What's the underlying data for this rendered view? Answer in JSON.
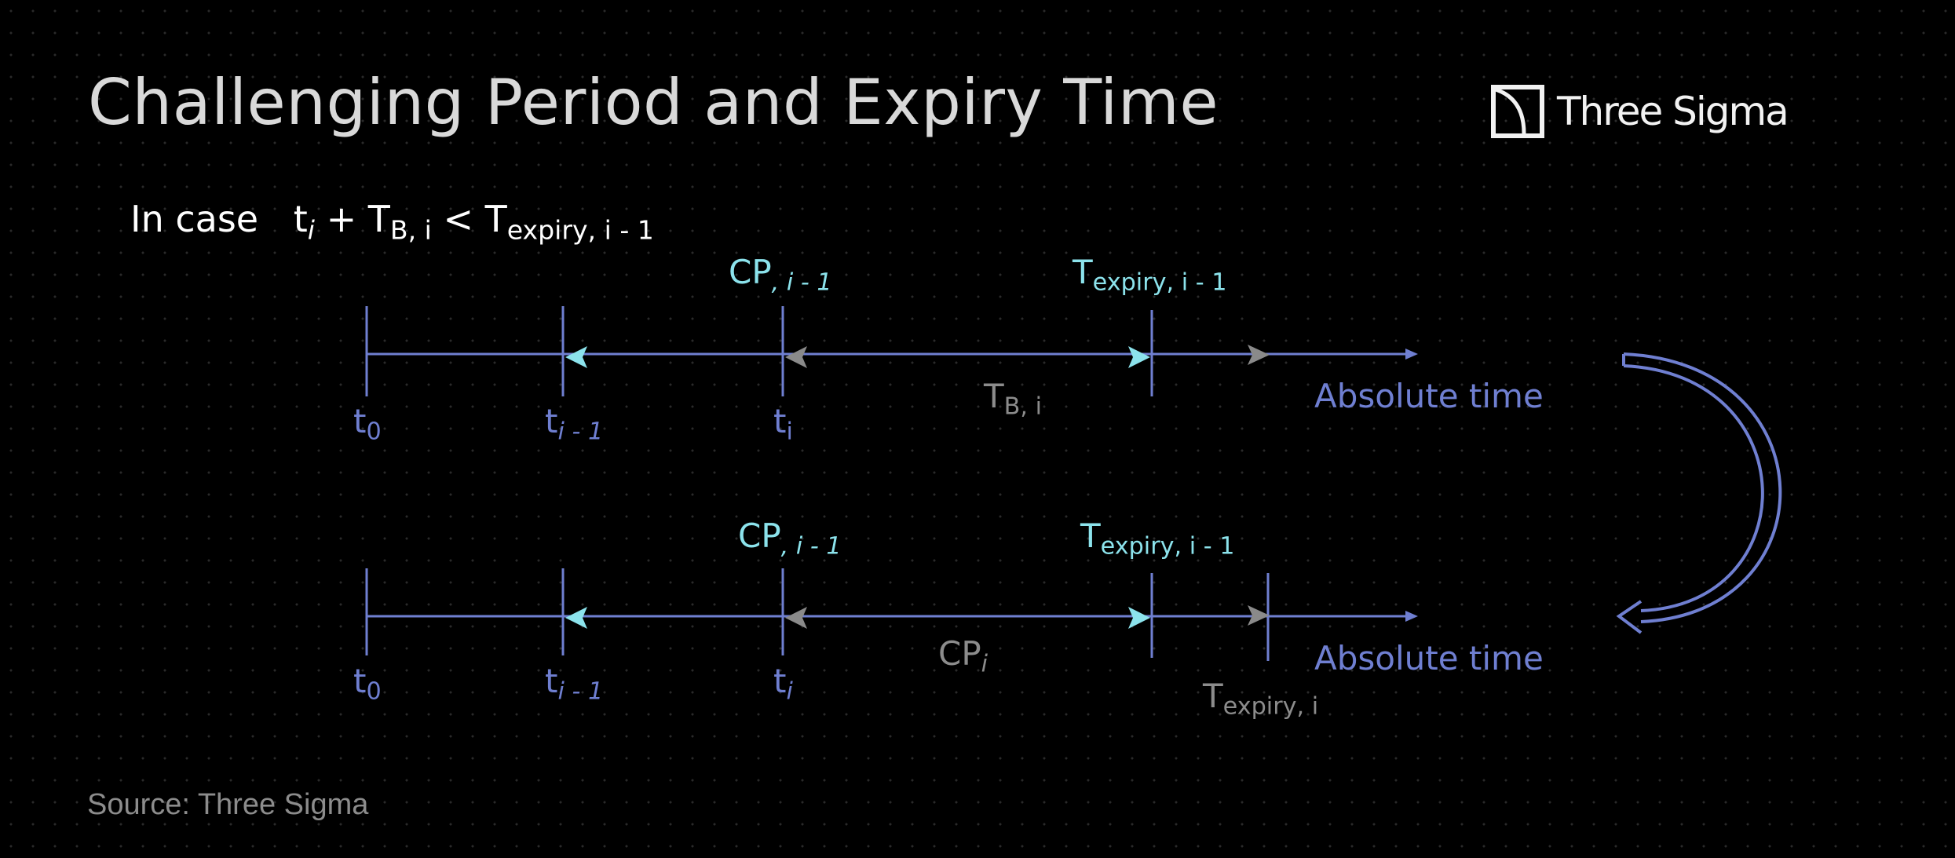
{
  "title": "Challenging Period and Expiry Time",
  "logo": {
    "text": "Three Sigma"
  },
  "condition": {
    "prefix": "In case",
    "t": "t",
    "t_sub": "i",
    "plus": "+",
    "tb": "T",
    "tb_sub": "B, i",
    "lt": "<",
    "te": "T",
    "te_sub": "expiry, i - 1"
  },
  "timeline1": {
    "cp_main": "CP",
    "cp_sub": ", i - 1",
    "expiry_main": "T",
    "expiry_sub": "expiry, i - 1",
    "t0_main": "t",
    "t0_sub": "0",
    "tim1_main": "t",
    "tim1_sub": "i - 1",
    "ti_main": "t",
    "ti_sub": "i",
    "tb_main": "T",
    "tb_sub": "B, i",
    "axis_label": "Absolute time"
  },
  "timeline2": {
    "cp_main": "CP",
    "cp_sub": ", i - 1",
    "expiry_main": "T",
    "expiry_sub": "expiry, i - 1",
    "t0_main": "t",
    "t0_sub": "0",
    "tim1_main": "t",
    "tim1_sub": "i - 1",
    "ti_main": "t",
    "ti_sub": "i",
    "cpi_main": "CP",
    "cpi_sub": "i",
    "axis_label": "Absolute time",
    "expiry_i_main": "T",
    "expiry_i_sub": "expiry, i"
  },
  "source": "Source: Three Sigma",
  "colors": {
    "axis": "#6f7fd1",
    "highlight": "#8ce3ec",
    "period": "#9a9a9a",
    "title": "#d9d9d9"
  }
}
